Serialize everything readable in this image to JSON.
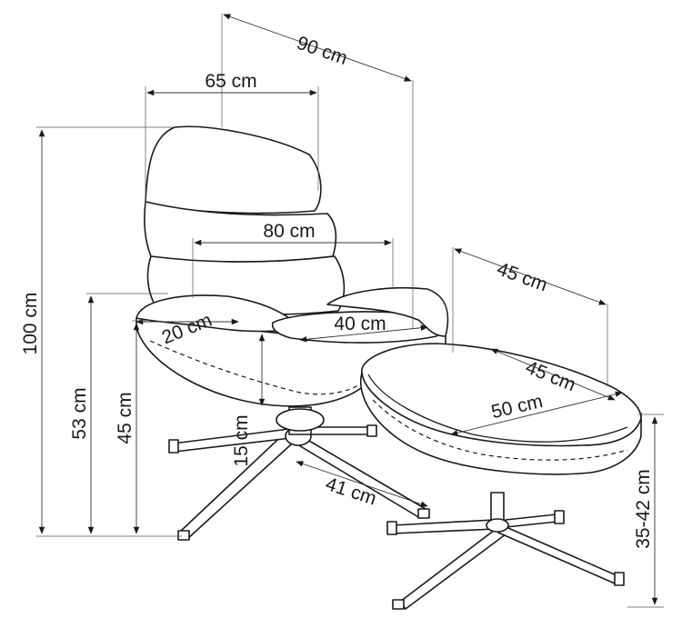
{
  "dimensions": {
    "depth_total": "90 cm",
    "width_top": "65 cm",
    "width_back": "80 cm",
    "ottoman_depth": "45 cm",
    "seat_depth": "20 cm",
    "seat_width": "40 cm",
    "height_total": "100 cm",
    "armrest_height": "53 cm",
    "seat_height": "45 cm",
    "base_clearance": "15 cm",
    "base_size": "41 cm",
    "ottoman_top_depth": "45 cm",
    "ottoman_top_width": "50 cm",
    "ottoman_height": "35-42 cm"
  }
}
